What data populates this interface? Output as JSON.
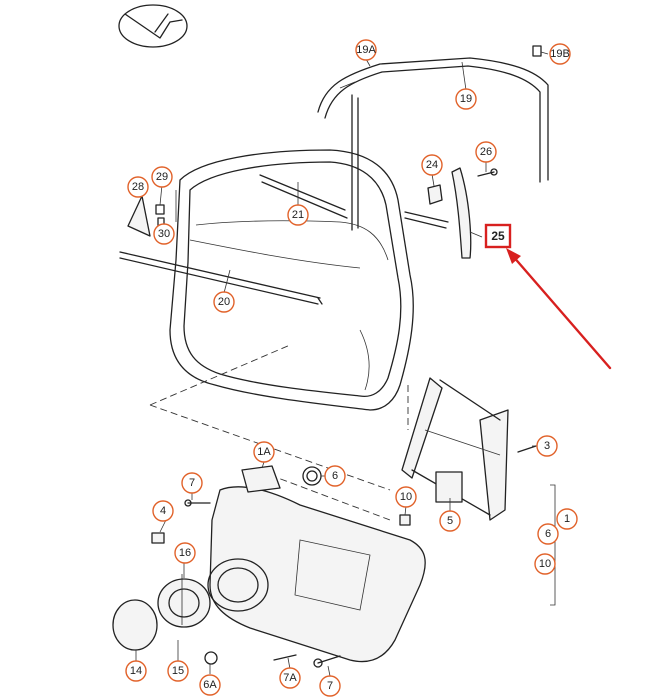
{
  "callouts": [
    {
      "label": "19A"
    },
    {
      "label": "19B"
    },
    {
      "label": "19"
    },
    {
      "label": "24"
    },
    {
      "label": "26"
    },
    {
      "label": "25"
    },
    {
      "label": "28"
    },
    {
      "label": "29"
    },
    {
      "label": "30"
    },
    {
      "label": "21"
    },
    {
      "label": "20"
    },
    {
      "label": "1A"
    },
    {
      "label": "6"
    },
    {
      "label": "3"
    },
    {
      "label": "7"
    },
    {
      "label": "4"
    },
    {
      "label": "10"
    },
    {
      "label": "5"
    },
    {
      "label": "1"
    },
    {
      "label": "6"
    },
    {
      "label": "10"
    },
    {
      "label": "16"
    },
    {
      "label": "14"
    },
    {
      "label": "15"
    },
    {
      "label": "6A"
    },
    {
      "label": "7A"
    },
    {
      "label": "7"
    }
  ],
  "highlight": {
    "label": "25",
    "color": "#d8201f"
  },
  "colors": {
    "callout_ring": "#e1622a",
    "arrow": "#d8201f",
    "line": "#222222"
  },
  "icons": [
    "logo-emblem-icon"
  ]
}
